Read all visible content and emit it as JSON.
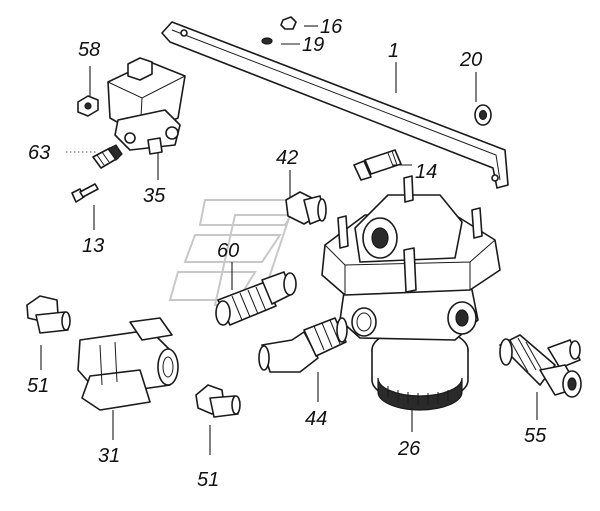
{
  "callouts": {
    "c1": "1",
    "c13": "13",
    "c14": "14",
    "c16": "16",
    "c19": "19",
    "c20": "20",
    "c26": "26",
    "c31": "31",
    "c35": "35",
    "c42": "42",
    "c44": "44",
    "c51a": "51",
    "c51b": "51",
    "c55": "55",
    "c58": "58",
    "c60": "60",
    "c63": "63"
  },
  "colors": {
    "line": "#1a1a1a",
    "background": "#ffffff",
    "watermark": "#c8c8c8"
  }
}
